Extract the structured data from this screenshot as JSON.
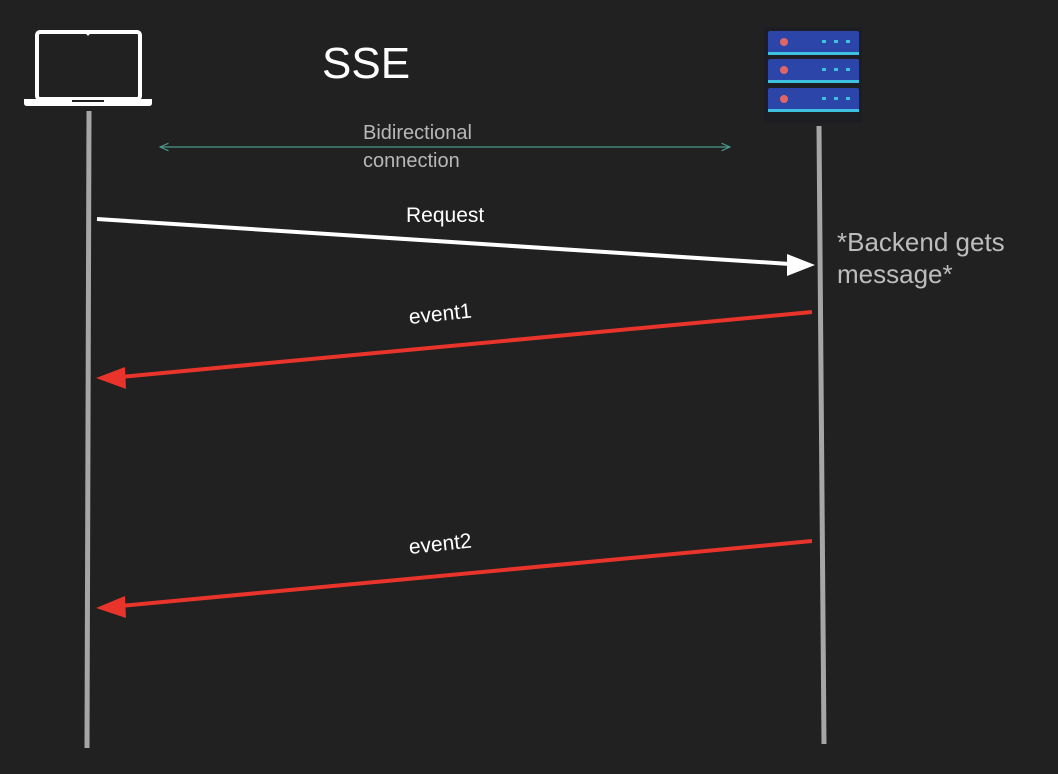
{
  "diagram": {
    "title": "SSE",
    "connection_label_line1": "Bidirectional",
    "connection_label_line2": "connection",
    "note_line1": "*Backend gets",
    "note_line2": "message*",
    "messages": [
      {
        "label": "Request",
        "direction": "client-to-server",
        "color": "#ffffff"
      },
      {
        "label": "event1",
        "direction": "server-to-client",
        "color": "#e8342a"
      },
      {
        "label": "event2",
        "direction": "server-to-client",
        "color": "#e8342a"
      }
    ],
    "participants": [
      {
        "role": "client",
        "icon": "laptop-icon"
      },
      {
        "role": "server",
        "icon": "server-rack-icon"
      }
    ],
    "colors": {
      "background": "#212121",
      "lifeline": "#a6a6a6",
      "connection_arrow": "#4a9a8c",
      "request_arrow": "#ffffff",
      "event_arrow": "#e8342a",
      "server_body": "#2b46a8",
      "server_led": "#e06666"
    }
  }
}
